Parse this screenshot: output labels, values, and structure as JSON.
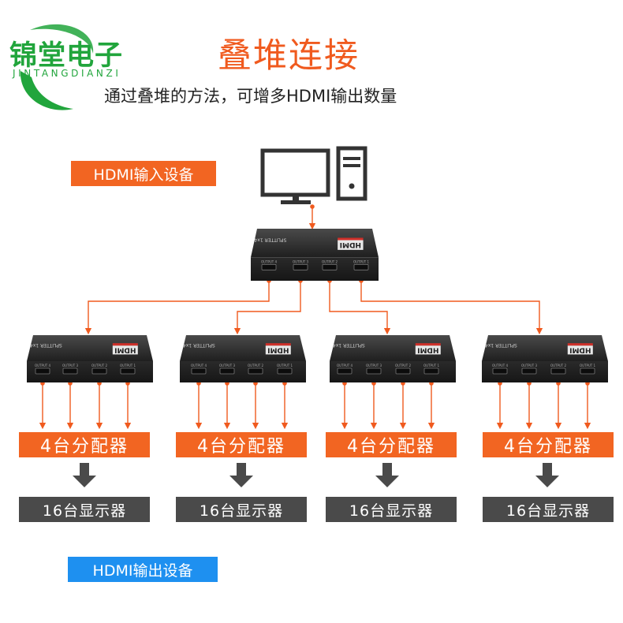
{
  "logo": {
    "name": "锦堂电子",
    "pinyin": "JINTANGDIANZI"
  },
  "title": "叠堆连接",
  "subtitle": "通过叠堆的方法，可增多HDMI输出数量",
  "input_tag": "HDMI输入设备",
  "output_tag": "HDMI输出设备",
  "device": {
    "brand": "HDMI",
    "model": "SPLITTER 1x4",
    "port_labels": [
      "OUTPUT 4",
      "OUTPUT 3",
      "OUTPUT 2",
      "OUTPUT 1"
    ]
  },
  "groups": [
    {
      "splitter_label": "4台分配器",
      "display_label": "16台显示器"
    },
    {
      "splitter_label": "4台分配器",
      "display_label": "16台显示器"
    },
    {
      "splitter_label": "4台分配器",
      "display_label": "16台显示器"
    },
    {
      "splitter_label": "4台分配器",
      "display_label": "16台显示器"
    }
  ],
  "colors": {
    "brand_green": "#21a53c",
    "accent_orange": "#f26522",
    "connector_orange": "#f05a1e",
    "output_blue": "#1e90f0",
    "label_gray": "#4a4a4a",
    "device_dark": "#2b2b2b"
  },
  "icons": [
    "monitor-icon",
    "pc-tower-icon",
    "down-arrow-icon"
  ]
}
